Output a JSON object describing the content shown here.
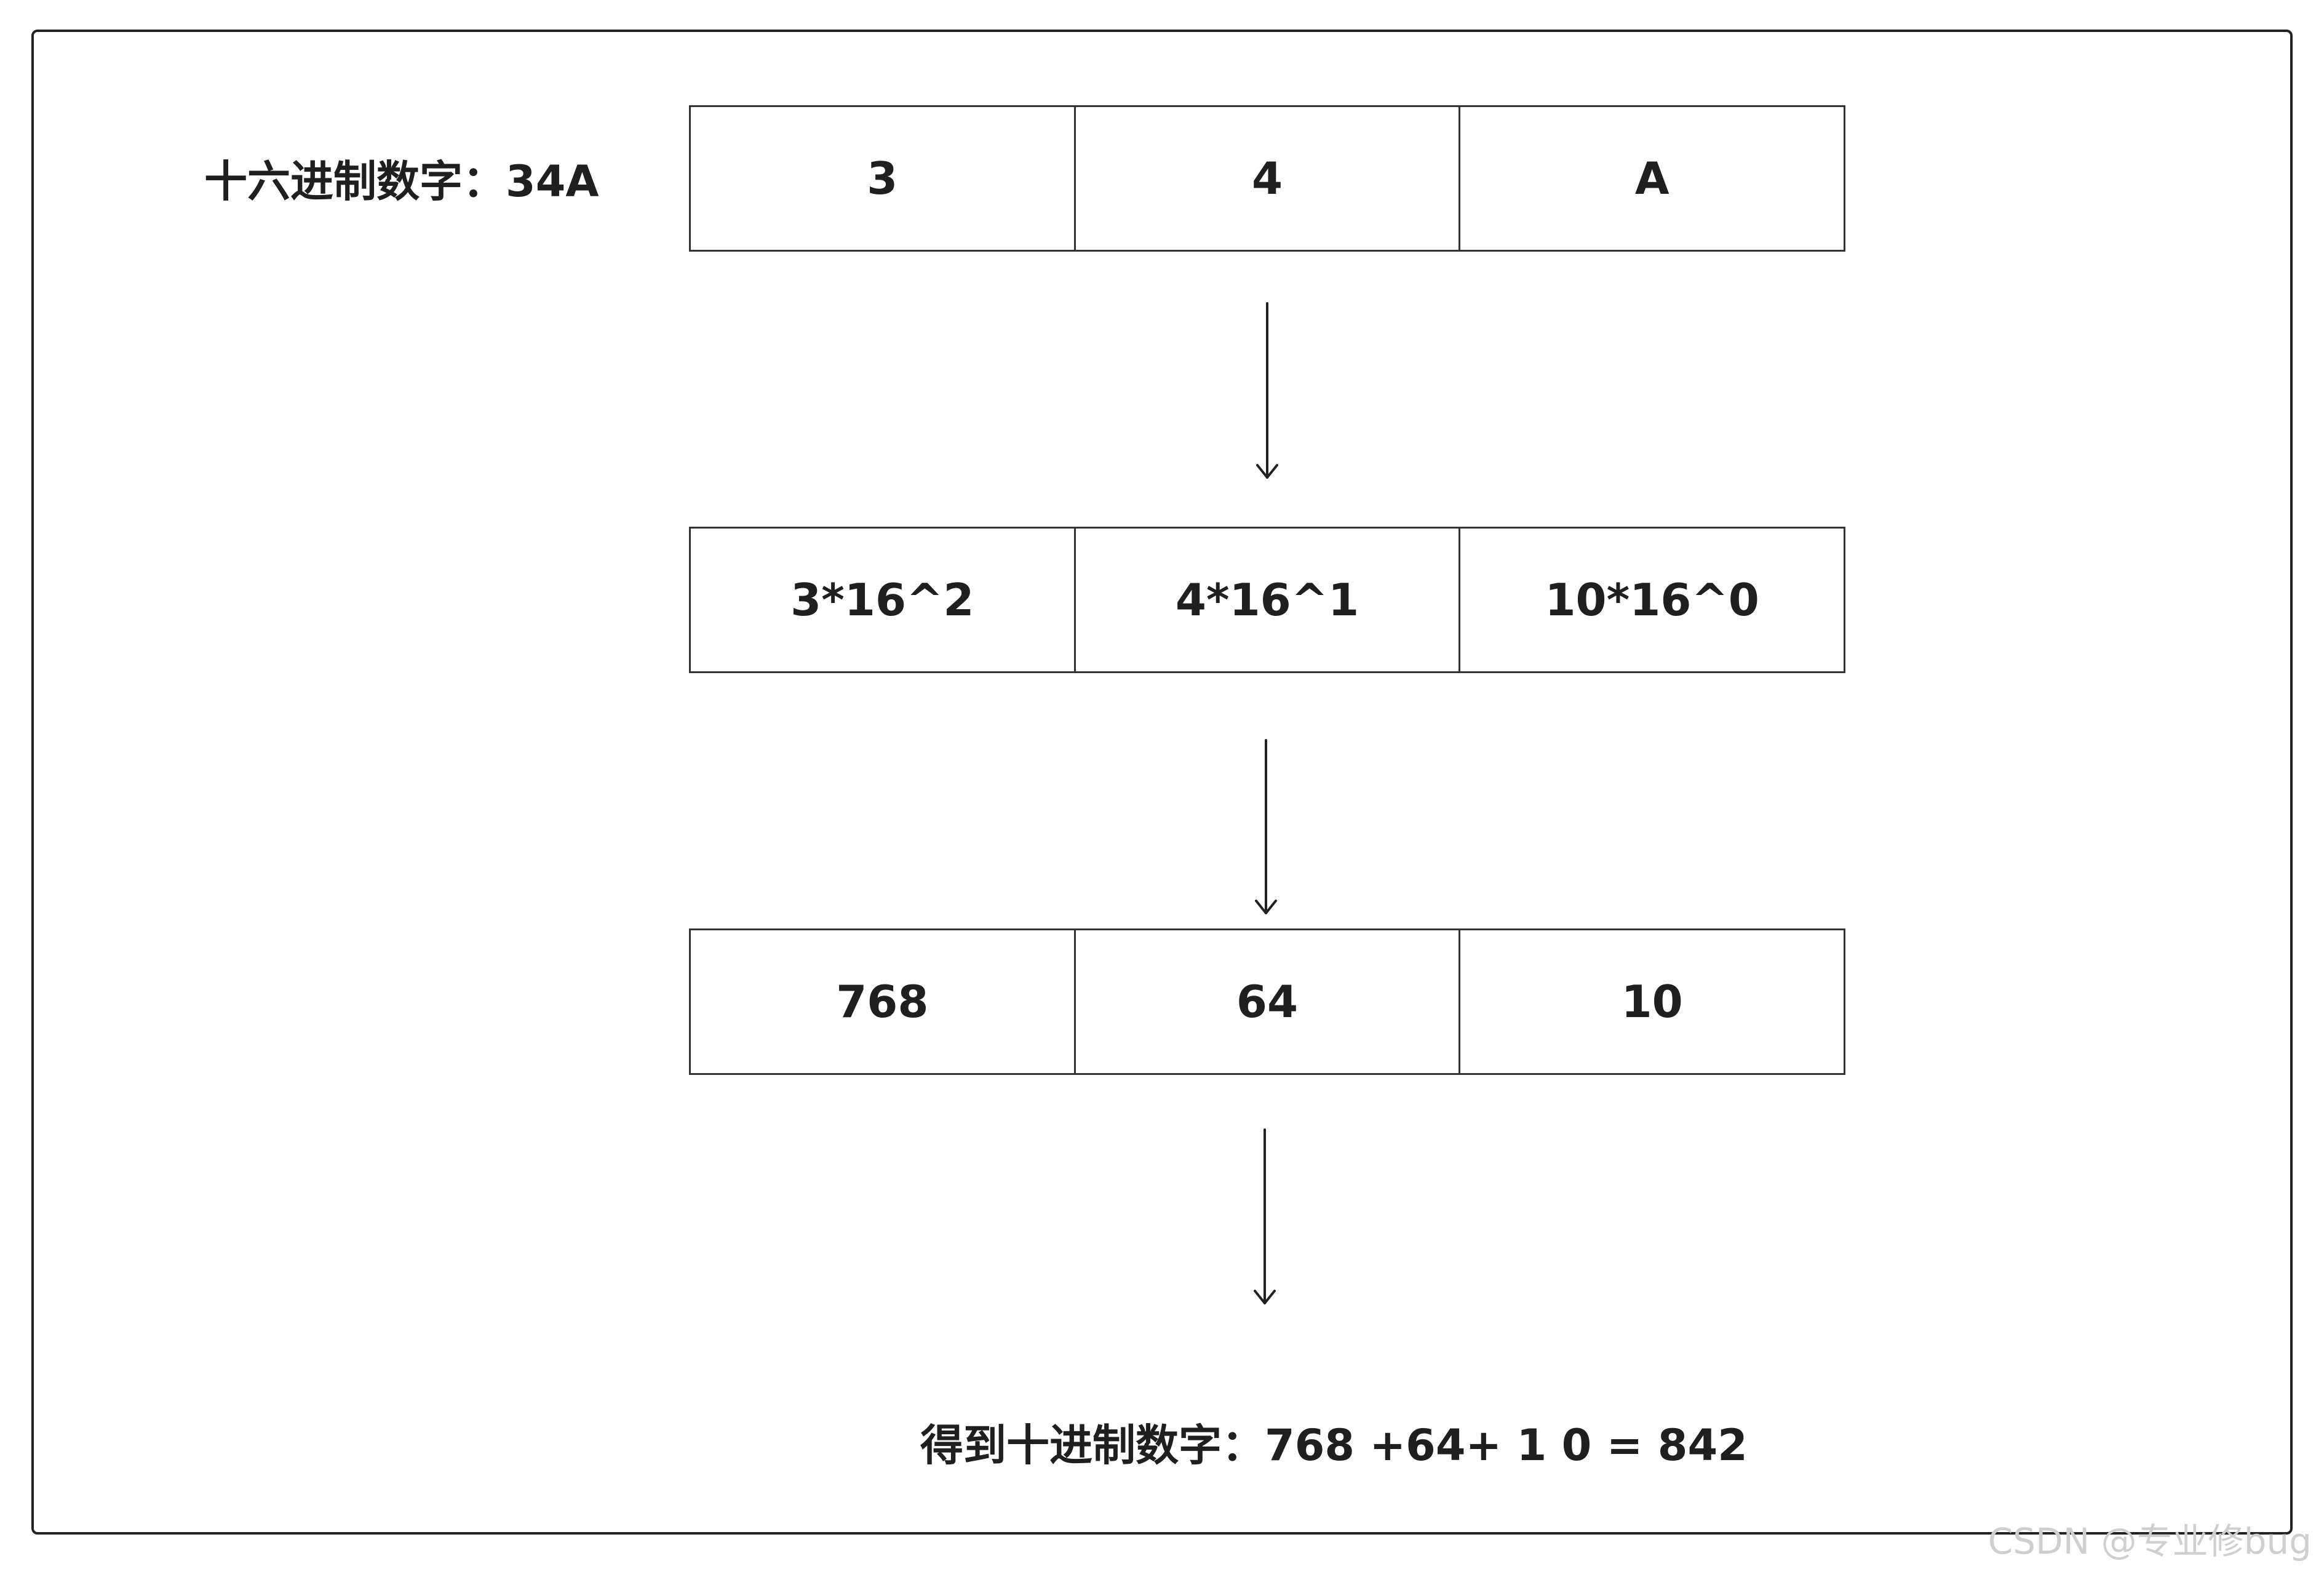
{
  "title_label": "十六进制数字：34A",
  "rows": [
    [
      "3",
      "4",
      "A"
    ],
    [
      "3*16^2",
      "4*16^1",
      "10*16^0"
    ],
    [
      "768",
      "64",
      "10"
    ]
  ],
  "result_label": "得到十进制数字：768 +64+ 1 0 =  842",
  "watermark": "CSDN @专业修bug"
}
